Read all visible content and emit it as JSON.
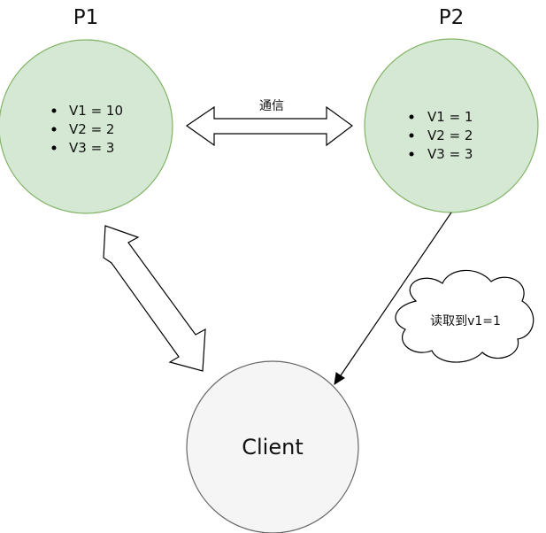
{
  "nodes": {
    "p1": {
      "title": "P1",
      "vars": [
        "V1 = 10",
        "V2 = 2",
        "V3 = 3"
      ]
    },
    "p2": {
      "title": "P2",
      "vars": [
        "V1 = 1",
        "V2 = 2",
        "V3 = 3"
      ]
    },
    "client": {
      "label": "Client"
    }
  },
  "edges": {
    "p1_p2": {
      "label": "通信"
    },
    "p2_client": {
      "label": "读取到v1=1"
    }
  },
  "colors": {
    "node_fill": "#d5e8d4",
    "node_stroke": "#82b366",
    "client_fill": "#f5f5f5",
    "client_stroke": "#666666",
    "line": "#000000"
  }
}
